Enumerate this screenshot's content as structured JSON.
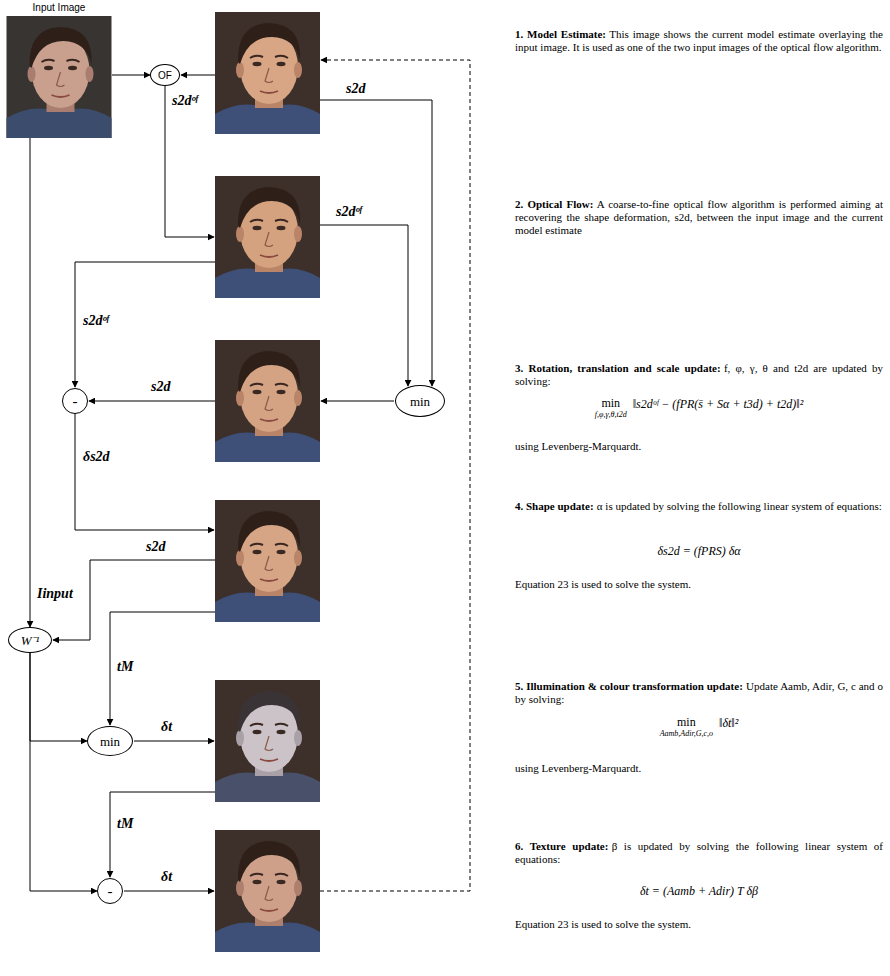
{
  "diagram": {
    "nodes": [
      {
        "text": [
          "Input Image"
        ]
      },
      {
        "text": [
          "OF"
        ]
      },
      {
        "text": [
          "min"
        ]
      },
      {
        "text": [
          "-"
        ]
      },
      {
        "text": [
          "W⁻¹"
        ]
      },
      {
        "text": [
          "min"
        ]
      },
      {
        "text": [
          "-"
        ]
      }
    ],
    "edges": [
      {
        "from": 0,
        "to": 1,
        "arrow": "to"
      },
      {
        "from": 0,
        "to": 4,
        "arrow": "to",
        "label": "Iinput"
      },
      {
        "from": 4,
        "to": 5,
        "arrow": "to"
      },
      {
        "from": 4,
        "to": 6,
        "arrow": "to"
      }
    ],
    "labels": [
      "s2d",
      "s2dᵒᶠ",
      "s2dᵒᶠ",
      "s2dᵒᶠ",
      "s2d",
      "δs2d",
      "s2d",
      "tM",
      "δt",
      "tM",
      "δt",
      "1. Model Estimate:",
      "This image shows the current model estimate overlaying the input image. It is used as one of the two input images of the optical flow algorithm.",
      "2. Optical Flow:",
      "A coarse-to-fine optical flow algorithm is performed aiming at recovering the shape deformation, s2d, between the input image and the current model estimate",
      "3. Rotation, translation and scale update:",
      "f, φ, γ, θ and t2d are updated by solving:",
      "min",
      "f,φ,γ,θ,t2d",
      "‖s2dᵒᶠ − (fPR(s̄ + Sα + t3d) + t2d)‖²",
      "using Levenberg-Marquardt.",
      "4. Shape update:",
      "α is updated by solving the following linear system of equations:",
      "δs2d = (fPRS) δα",
      "Equation 23 is used to solve the system.",
      "5. Illumination & colour transformation update:",
      "Update Aamb, Adir, G, c and o by solving:",
      "min",
      "Aamb,Adir,G,c,o",
      "‖δt‖²",
      "using Levenberg-Marquardt.",
      "6. Texture update:",
      "β is updated by solving the following linear system of equations:",
      "δt = (Aamb + Adir) T δβ",
      "Equation 23 is used to solve the system."
    ]
  }
}
